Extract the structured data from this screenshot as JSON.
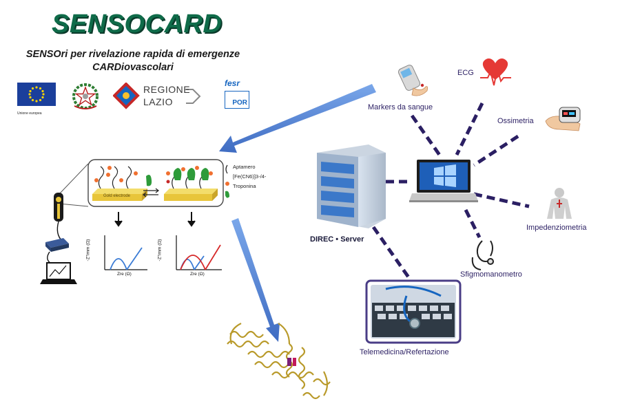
{
  "header": {
    "title": "SENSOCARD",
    "subtitle_line1": "SENSOri per rivelazione rapida di emergenze",
    "subtitle_line2": "CARDiovascolari"
  },
  "logos": {
    "eu_caption": "Unione europea",
    "region_line1": "REGIONE",
    "region_line2": "LAZIO",
    "fesr": "fesr",
    "por": "POR"
  },
  "sensor_panel": {
    "legend": [
      "Aptamero",
      "[Fe(CN6)]3-/4-",
      "Troponina"
    ],
    "electrode_label": "Gold electrode",
    "plot_ylabel": "-Z''imm (Ω)",
    "plot_xlabel": "Zre (Ω)"
  },
  "network": {
    "server_label": "DIREC • Server",
    "nodes": {
      "markers": "Markers da sangue",
      "ecg": "ECG",
      "ossimetria": "Ossimetria",
      "impedenziometria": "Impedenziometria",
      "sfigmomanometro": "Sfigmomanometro",
      "telemedicina": "Telemedicina/Refertazione"
    }
  },
  "colors": {
    "title_green": "#0f6b49",
    "link_dashes": "#2b1f63",
    "arrow_blue": "#4f7fd0",
    "electrode_gold": "#e8c53a",
    "aptamer_green": "#2e9b3a",
    "ferricyanide_orange": "#f07030",
    "curve_blue": "#3a7bd5",
    "curve_red": "#d62828"
  }
}
